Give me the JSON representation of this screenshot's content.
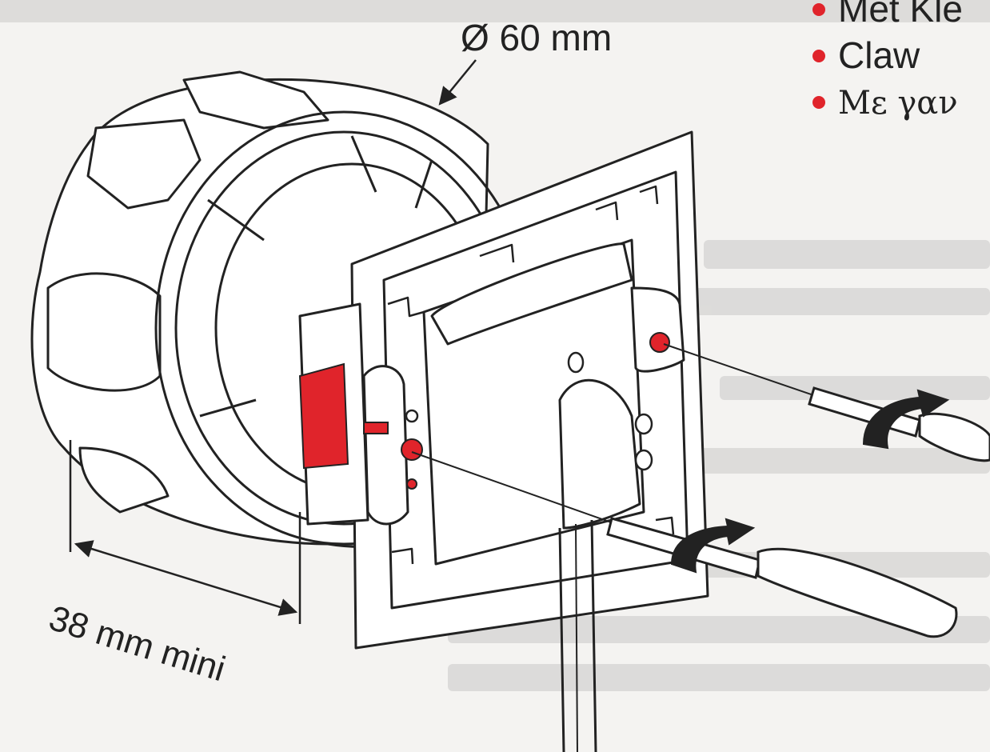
{
  "labels": {
    "diameter": "Ø 60 mm",
    "depth": "38 mm mini"
  },
  "legend": {
    "items": [
      "Met Kle",
      "Claw",
      "Με γαν"
    ]
  },
  "colors": {
    "accent_red": "#e0242b",
    "ink": "#222222",
    "paper": "#f4f3f1"
  }
}
